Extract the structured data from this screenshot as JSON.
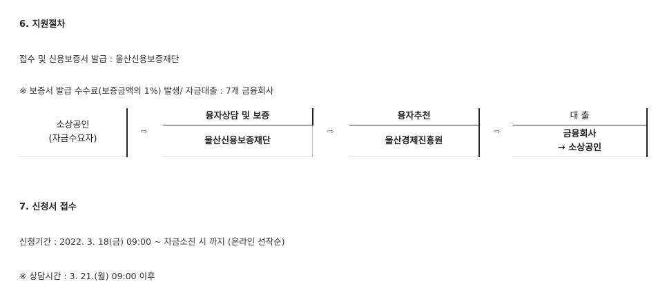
{
  "section6": {
    "title": "6. 지원절차",
    "line1": "접수 및 신용보증서 발급 : 울산신용보증재단",
    "line2": "※ 보증서 발급 수수료(보증금액의 1%) 발생/ 자금대출 : 7개 금융회사"
  },
  "flow": {
    "step1": {
      "line1": "소상공인",
      "line2": "(자금수요자)"
    },
    "step2": {
      "top": "융자상담 및 보증",
      "bottom": "울산신용보증재단"
    },
    "step3": {
      "top": "융자추천",
      "bottom": "울산경제진흥원"
    },
    "step4": {
      "top": "대 출",
      "line1": "금융회사",
      "line2": "→ 소상공인"
    },
    "arrow": "⇨"
  },
  "section7": {
    "title": "7. 신청서 접수",
    "line1": "신청기간 : 2022. 3. 18(금) 09:00 ~ 자금소진 시 까지 (온라인 선착순)",
    "line2": "※ 상담시간 : 3. 21.(월) 09:00 이후"
  }
}
